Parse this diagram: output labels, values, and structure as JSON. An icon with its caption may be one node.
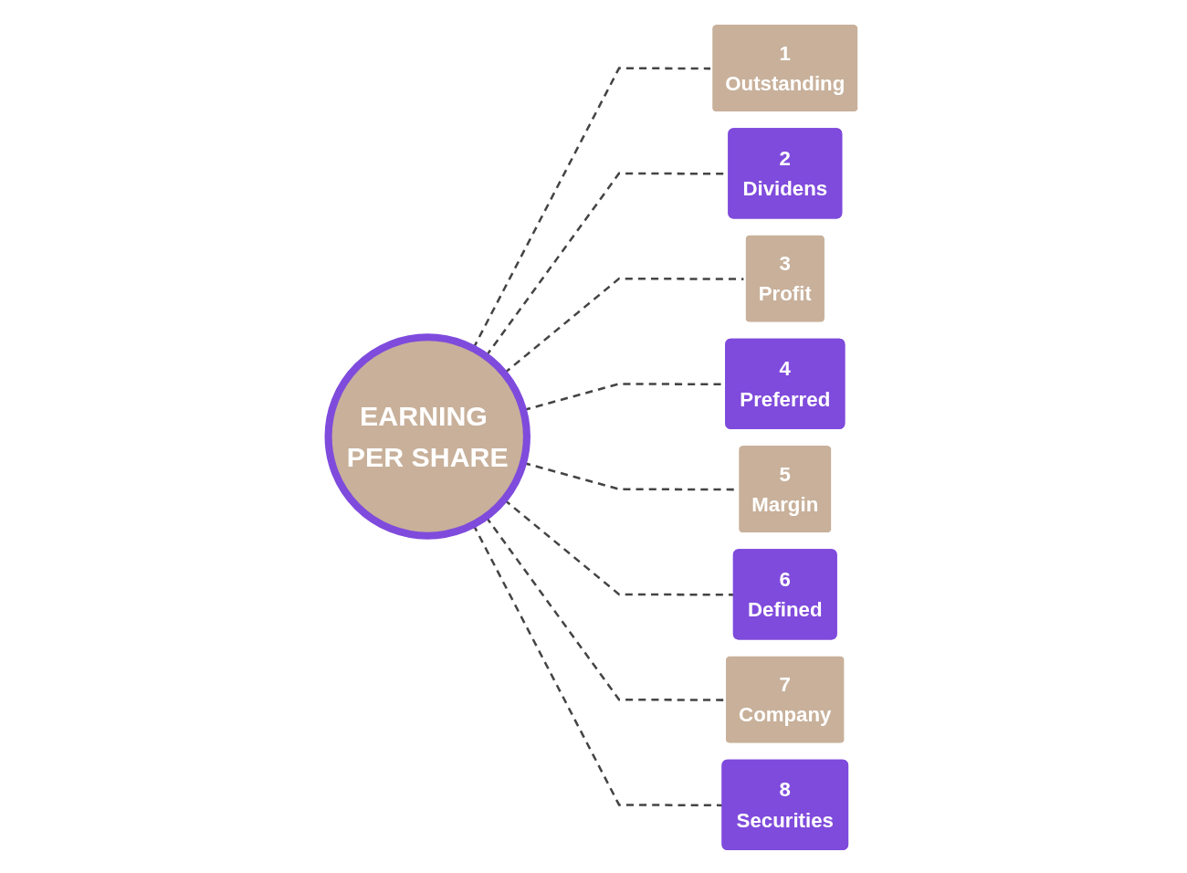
{
  "diagram": {
    "nodes": [
      {
        "text": [
          "EARNING PER SHARE"
        ]
      },
      {
        "text": [
          "1",
          "Outstanding"
        ]
      },
      {
        "text": [
          "2",
          "Dividens"
        ]
      },
      {
        "text": [
          "3",
          "Profit"
        ]
      },
      {
        "text": [
          "4",
          "Preferred"
        ]
      },
      {
        "text": [
          "5",
          "Margin"
        ]
      },
      {
        "text": [
          "6",
          "Defined"
        ]
      },
      {
        "text": [
          "7",
          "Company"
        ]
      },
      {
        "text": [
          "8",
          "Securities"
        ]
      }
    ],
    "edges": [
      {
        "from": 0,
        "to": 1,
        "arrow": "none",
        "style": "dashed"
      },
      {
        "from": 0,
        "to": 2,
        "arrow": "none",
        "style": "dashed"
      },
      {
        "from": 0,
        "to": 3,
        "arrow": "none",
        "style": "dashed"
      },
      {
        "from": 0,
        "to": 4,
        "arrow": "none",
        "style": "dashed"
      },
      {
        "from": 0,
        "to": 5,
        "arrow": "none",
        "style": "dashed"
      },
      {
        "from": 0,
        "to": 6,
        "arrow": "none",
        "style": "dashed"
      },
      {
        "from": 0,
        "to": 7,
        "arrow": "none",
        "style": "dashed"
      },
      {
        "from": 0,
        "to": 8,
        "arrow": "none",
        "style": "dashed"
      }
    ]
  }
}
